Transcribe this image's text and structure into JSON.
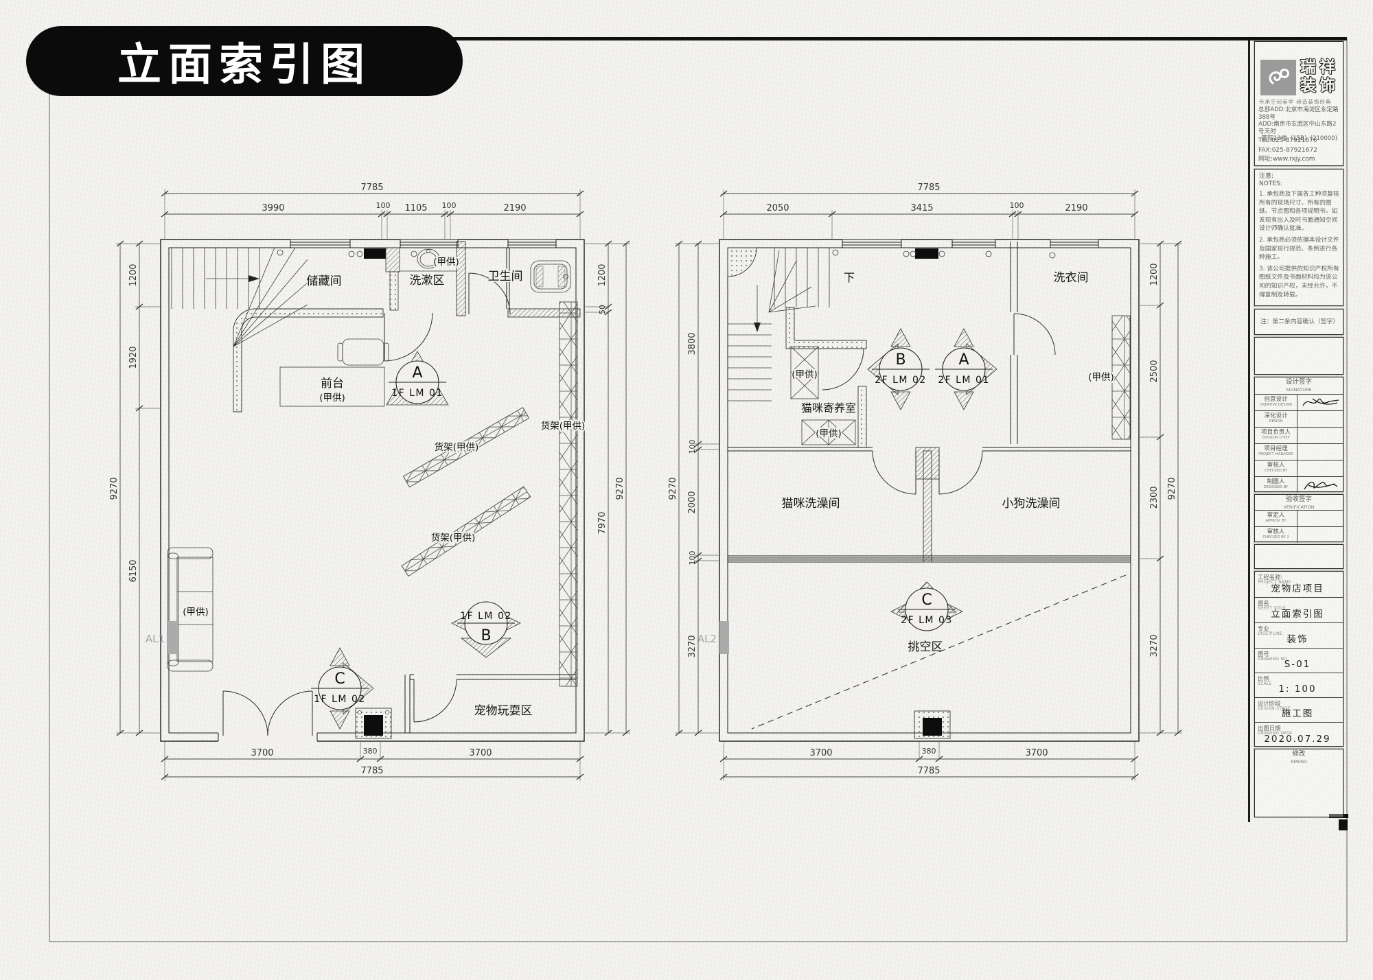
{
  "sheet": {
    "title": "立面索引图"
  },
  "company": {
    "name_line1": "瑞祥",
    "name_line2": "装饰",
    "tagline": "传承空间美学  缔造装饰经典",
    "address1": "总部ADD:北京市海淀区永定路388号",
    "address2": "ADD:南京市玄武区中山东路2号天时",
    "address3": "国际13楼（15B）(210000)",
    "tel": "TEL:025-87921676",
    "fax": "FAX:025-87921672",
    "web": "网址:www.rxjy.com"
  },
  "notes": {
    "heading_cn": "注意:",
    "heading_en": "NOTES:",
    "item1": "1. 承包商及下属各工种须复核所有的现场尺寸、所有的图纸、节点图和各项说明书，如发现有出入及时书面通知空间设计师确认批准。",
    "item2": "2. 承包商必须依据本设计文件及国家现行规范、条例进行各种施工。",
    "item3": "3. 该公司提供的知识产权所有图纸文件及书面材料均为该公司的知识产权，未经允许，不得复制及转载。",
    "confirm_note": "注：第二条内容确认（签字）"
  },
  "signature_block": {
    "heading_cn": "设计签字",
    "heading_en": "SIGNATURE",
    "rows": [
      {
        "cn": "创意设计",
        "en": "CREATIVE DESIGN"
      },
      {
        "cn": "深化设计",
        "en": "DESIGN"
      },
      {
        "cn": "项目负责人",
        "en": "DIVISION CHIEF"
      },
      {
        "cn": "项目经理",
        "en": "PROJECT MANAGER"
      },
      {
        "cn": "审核人",
        "en": "CHECKED BY"
      },
      {
        "cn": "制图人",
        "en": "DESIGNED BY"
      }
    ]
  },
  "verification_block": {
    "heading_cn": "验收签字",
    "heading_en": "VERIFICATION",
    "rows": [
      {
        "cn": "审定人",
        "en": "APPROV. BY"
      },
      {
        "cn": "审核人",
        "en": "CHECKED BY 2"
      }
    ]
  },
  "project_block": {
    "rows": [
      {
        "cn": "工程名称:",
        "en": "PROJECT NAME",
        "value": "宠物店项目"
      },
      {
        "cn": "图名",
        "en": "SHEET TITLE",
        "value": "立面索引图"
      },
      {
        "cn": "专业",
        "en": "DISCIPLINE",
        "value": "装饰"
      },
      {
        "cn": "图号",
        "en": "DRAWING NO",
        "value": "S-01"
      },
      {
        "cn": "比例",
        "en": "SCALE",
        "value": "1: 100"
      },
      {
        "cn": "设计阶段",
        "en": "DESIGN STAGE",
        "value": "施工图"
      },
      {
        "cn": "出图日期",
        "en": "DRAWING DATA",
        "value": "2020.07.29"
      }
    ],
    "amend_cn": "修改",
    "amend_en": "AMEND"
  },
  "plan1": {
    "rooms": {
      "storage": "储藏间",
      "wash": "洗漱区",
      "wc": "卫生间",
      "play": "宠物玩耍区"
    },
    "labels": {
      "desk1": "前台",
      "desk2": "(甲供)",
      "sink_supply": "(甲供)",
      "sofa_supply": "(甲供)",
      "shelf_a": "货架(甲供)",
      "shelf_b": "货架(甲供)",
      "shelf_wall": "货架(甲供)",
      "al": "AL1"
    },
    "markers": {
      "a": {
        "letter": "A",
        "code": "1F LM 01"
      },
      "b": {
        "letter": "B",
        "code": "1F LM 02"
      },
      "c": {
        "letter": "C",
        "code": "1F LM 02"
      }
    },
    "dims": {
      "top_total": "7785",
      "top": [
        "3990",
        "100",
        "1105",
        "100",
        "2190"
      ],
      "left": [
        "1200",
        "1920",
        "6150"
      ],
      "left_total": "9270",
      "right": [
        "1200",
        "50",
        "7970"
      ],
      "right_total": "9270",
      "bottom": [
        "3700",
        "380",
        "3700"
      ],
      "bottom_total": "7785"
    }
  },
  "plan2": {
    "rooms": {
      "laundry": "洗衣间",
      "boarding": "猫咪寄养室",
      "cat_bath": "猫咪洗澡间",
      "dog_bath": "小狗洗澡间",
      "void": "挑空区"
    },
    "labels": {
      "down": "下",
      "supply_a": "(甲供)",
      "supply_b": "(甲供)",
      "supply_c": "(甲供)",
      "al": "AL2"
    },
    "markers": {
      "a": {
        "letter": "A",
        "code": "2F LM 01"
      },
      "b": {
        "letter": "B",
        "code": "2F LM 02"
      },
      "c": {
        "letter": "C",
        "code": "2F LM 03"
      }
    },
    "dims": {
      "top_total": "7785",
      "top": [
        "2050",
        "3415",
        "100",
        "2190"
      ],
      "left": [
        "3800",
        "100",
        "2000",
        "100",
        "3270"
      ],
      "left_total": "9270",
      "right": [
        "1200",
        "2500",
        "2300",
        "3270"
      ],
      "right_total": "9270",
      "bottom": [
        "3700",
        "380",
        "3700"
      ],
      "bottom_total": "7785"
    }
  }
}
